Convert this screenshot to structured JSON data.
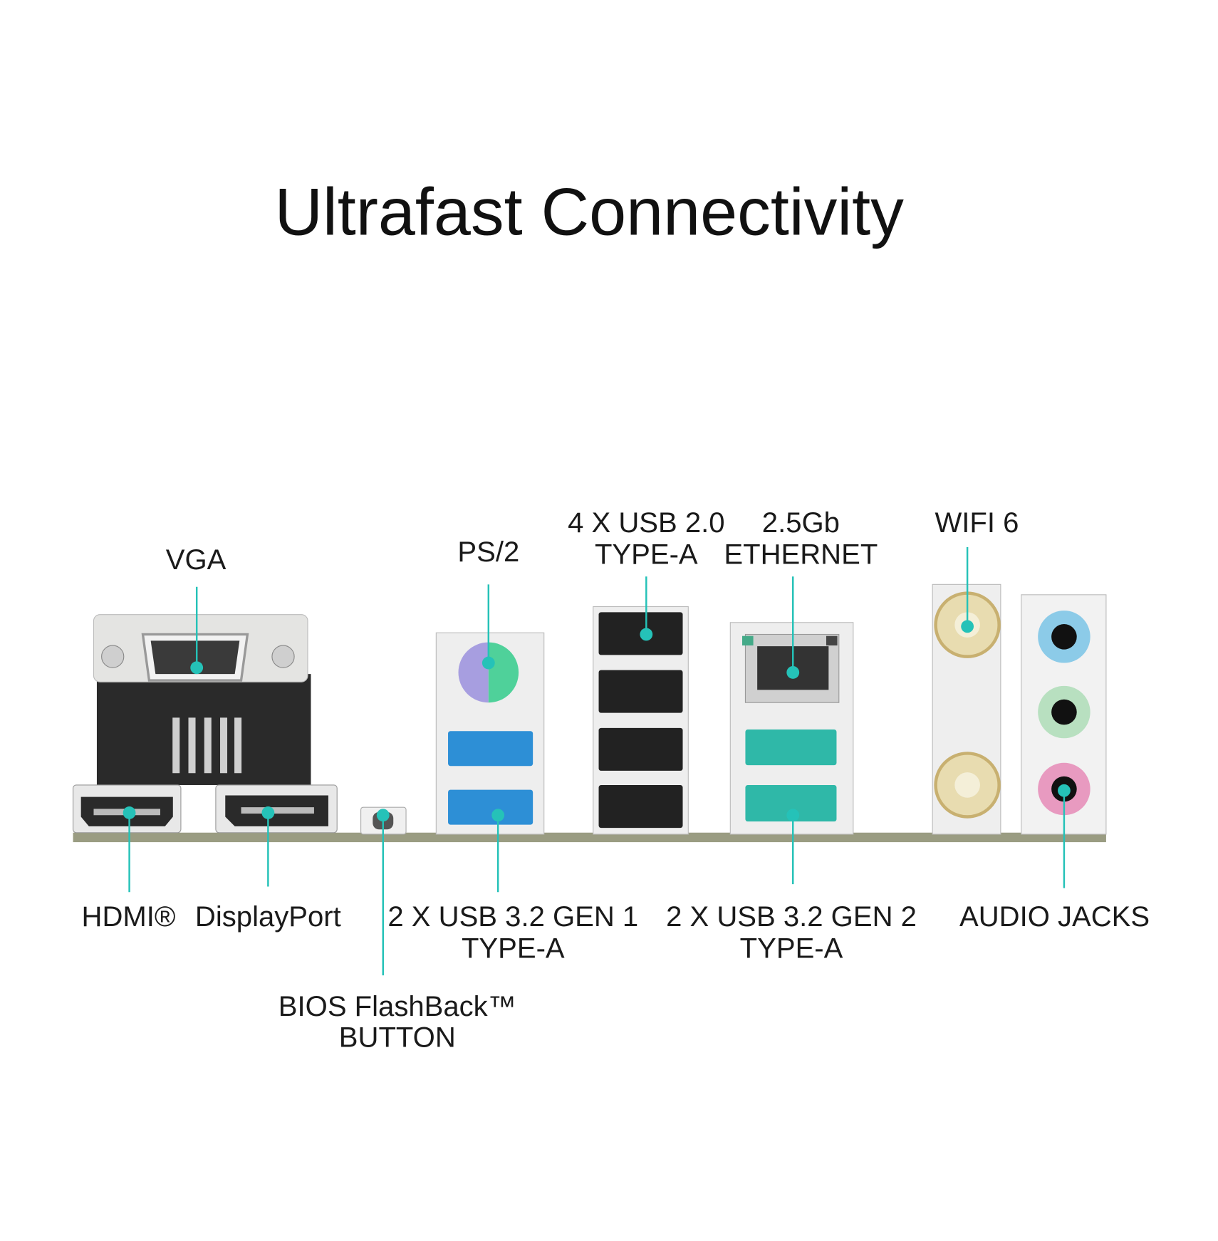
{
  "title": "Ultrafast Connectivity",
  "labels": {
    "vga": "VGA",
    "ps2": "PS/2",
    "usb20_line1": "4 X USB 2.0",
    "usb20_line2": "TYPE-A",
    "ethernet_line1": "2.5Gb",
    "ethernet_line2": "ETHERNET",
    "wifi": "WIFI 6",
    "hdmi": "HDMI®",
    "displayport": "DisplayPort",
    "usb_gen1_line1": "2 X USB 3.2 GEN 1",
    "usb_gen1_line2": "TYPE-A",
    "usb_gen2_line1": "2 X USB 3.2 GEN 2",
    "usb_gen2_line2": "TYPE-A",
    "audio": "AUDIO JACKS",
    "bios_line1": "BIOS FlashBack™",
    "bios_line2": "BUTTON"
  },
  "colors": {
    "leader": "#25c2b8",
    "usb3_gen1": "#2d8fd6",
    "usb3_gen2": "#2fb8a8",
    "audio_blue": "#8ccbe8",
    "audio_green": "#b8e0c0",
    "audio_pink": "#e89ac0"
  }
}
